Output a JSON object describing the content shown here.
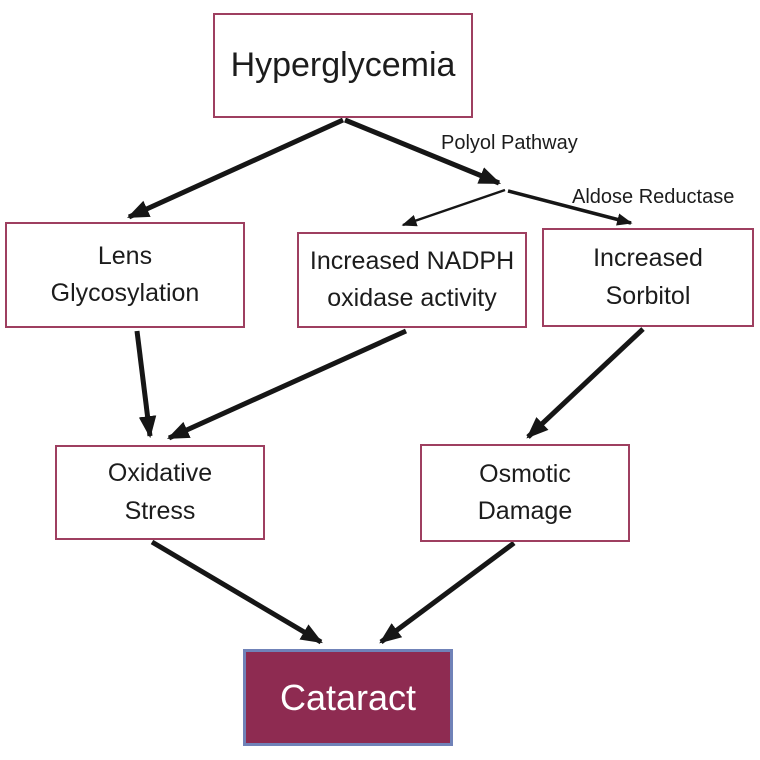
{
  "nodes": {
    "hyperglycemia": {
      "label": "Hyperglycemia"
    },
    "lens_glycosylation": {
      "label": "Lens\nGlycosylation"
    },
    "increased_nadph": {
      "label": "Increased NADPH\noxidase activity"
    },
    "increased_sorbitol": {
      "label": "Increased\nSorbitol"
    },
    "oxidative_stress": {
      "label": "Oxidative\nStress"
    },
    "osmotic_damage": {
      "label": "Osmotic\nDamage"
    },
    "cataract": {
      "label": "Cataract"
    }
  },
  "edge_labels": {
    "polyol_pathway": "Polyol Pathway",
    "aldose_reductase": "Aldose Reductase"
  },
  "edges": [
    {
      "from": "hyperglycemia",
      "to": "lens_glycosylation",
      "label": ""
    },
    {
      "from": "hyperglycemia",
      "to": "polyol_junction",
      "label": "Polyol Pathway"
    },
    {
      "from": "polyol_junction",
      "to": "increased_nadph",
      "label": ""
    },
    {
      "from": "polyol_junction",
      "to": "increased_sorbitol",
      "label": "Aldose Reductase"
    },
    {
      "from": "lens_glycosylation",
      "to": "oxidative_stress",
      "label": ""
    },
    {
      "from": "increased_nadph",
      "to": "oxidative_stress",
      "label": ""
    },
    {
      "from": "increased_sorbitol",
      "to": "osmotic_damage",
      "label": ""
    },
    {
      "from": "oxidative_stress",
      "to": "cataract",
      "label": ""
    },
    {
      "from": "osmotic_damage",
      "to": "cataract",
      "label": ""
    }
  ],
  "colors": {
    "box_border": "#9e3f60",
    "cataract_fill": "#8e2b51",
    "cataract_border": "#7082b8",
    "cataract_text": "#ffffff",
    "arrow": "#161616",
    "text": "#1c1c1c"
  }
}
